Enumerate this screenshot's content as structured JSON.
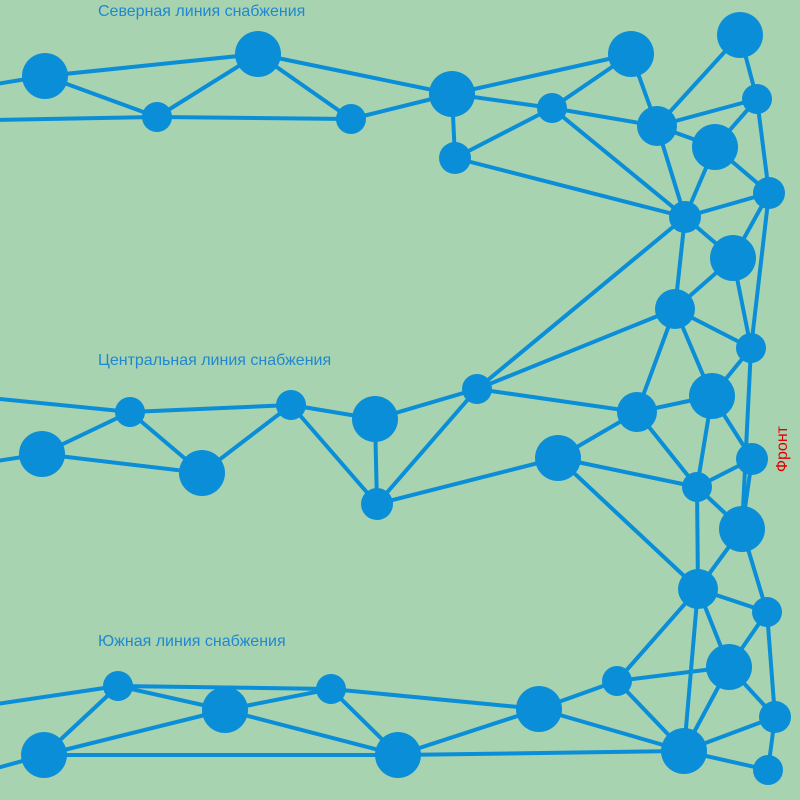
{
  "labels": {
    "north": "Северная линия снабжения",
    "central": "Центральная линия снабжения",
    "south": "Южная линия снабжения",
    "front": "Фронт"
  },
  "colors": {
    "background": "#a7d3b1",
    "network": "#0a8ed8",
    "label": "#2088d0",
    "front": "#e00000"
  }
}
